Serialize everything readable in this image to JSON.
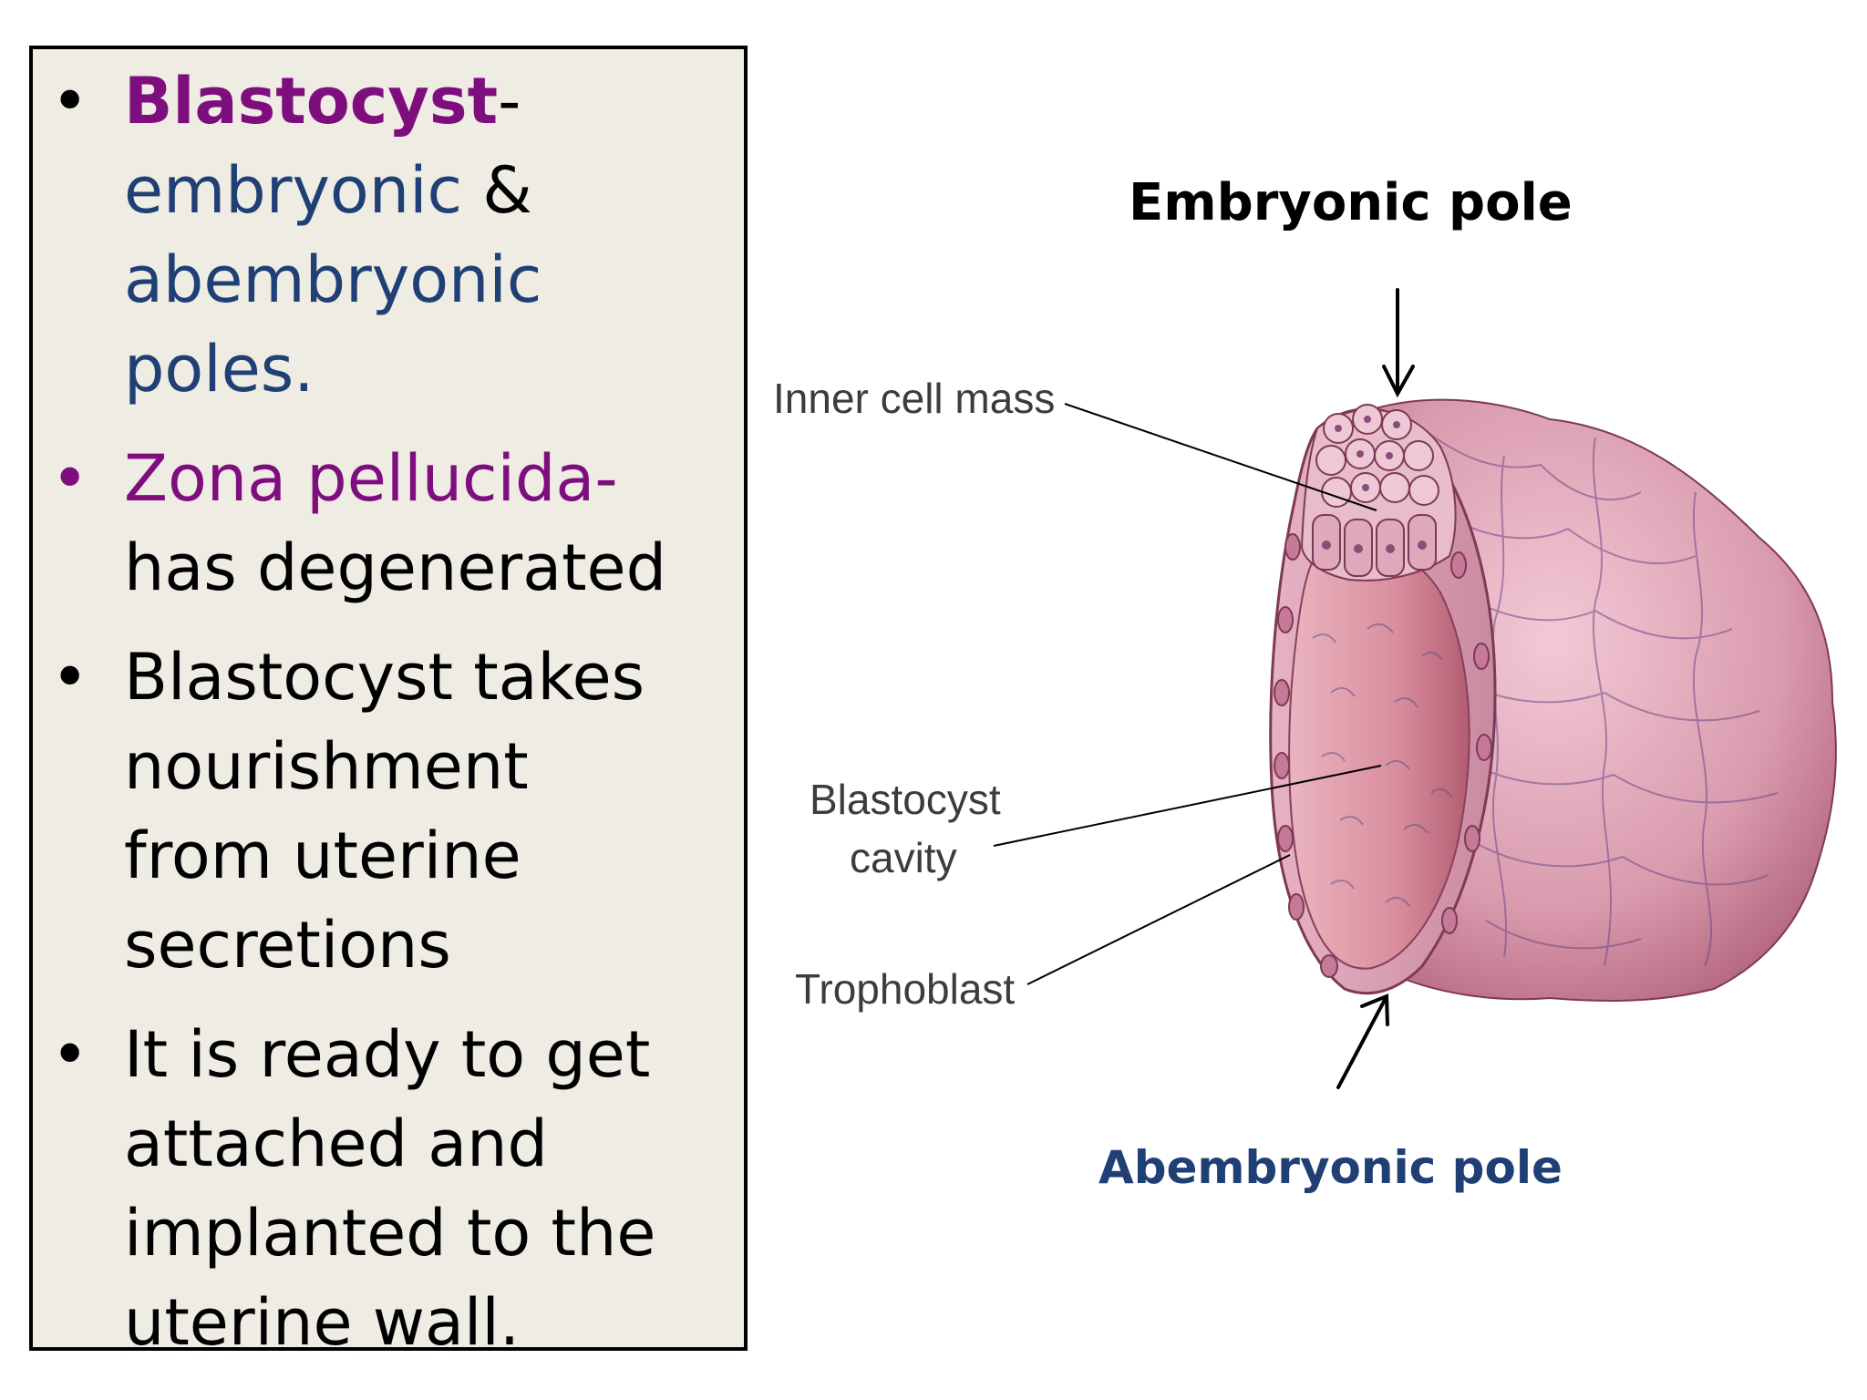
{
  "bullets": [
    {
      "segments": [
        {
          "text": "Blastocyst",
          "color": "purple-bold"
        },
        {
          "text": "-",
          "color": "black"
        },
        {
          "text": "embryonic",
          "color": "blue",
          "break_before": true
        },
        {
          "text": " & ",
          "color": "black"
        },
        {
          "text": "abembryonic",
          "color": "blue",
          "break_before": true
        },
        {
          "text": "poles.",
          "color": "blue",
          "break_before": true
        }
      ]
    },
    {
      "segments": [
        {
          "text": "Zona pellucida-",
          "color": "purple"
        },
        {
          "text": "has degenerated",
          "color": "black",
          "break_before": true
        }
      ]
    },
    {
      "segments": [
        {
          "text": "Blastocyst takes",
          "color": "black"
        },
        {
          "text": "nourishment",
          "color": "black",
          "break_before": true
        },
        {
          "text": "from uterine",
          "color": "black",
          "break_before": true
        },
        {
          "text": "secretions",
          "color": "black",
          "break_before": true
        }
      ]
    },
    {
      "segments": [
        {
          "text": "It is ready to get",
          "color": "black"
        },
        {
          "text": "attached and",
          "color": "black",
          "break_before": true
        },
        {
          "text": "implanted to the",
          "color": "black",
          "break_before": true
        },
        {
          "text": "uterine wall.",
          "color": "black",
          "break_before": true
        }
      ]
    }
  ],
  "bullet_symbol": "•",
  "diagram": {
    "embryonic_pole": "Embryonic pole",
    "abembryonic_pole": "Abembryonic pole",
    "inner_cell_mass": "Inner cell mass",
    "blastocyst_cavity_line1": "Blastocyst",
    "blastocyst_cavity_line2": "cavity",
    "trophoblast": "Trophoblast"
  },
  "colors": {
    "purple": "#7e0e7e",
    "blue": "#1f3f75",
    "box_bg": "#eeece3",
    "embryonic_label": "#000000",
    "abembryonic_label": "#1f3f75"
  }
}
